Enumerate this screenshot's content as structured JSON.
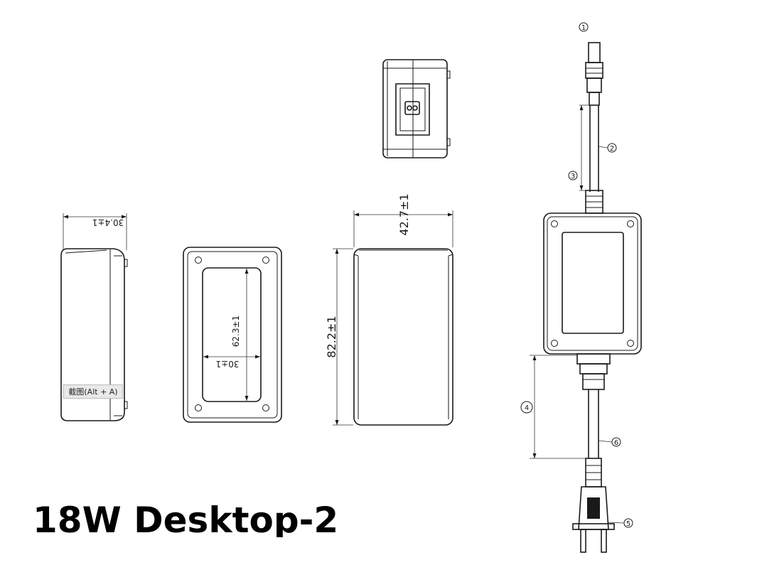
{
  "title": "18W Desktop-2",
  "screenshot_tag": "截图(Alt + A)",
  "dimensions": {
    "side_width": "30.4±1",
    "label_height": "62.3±1",
    "label_width": "30±1",
    "body_width": "42.7±1",
    "body_height": "82.2±1"
  },
  "callouts": {
    "c1": "1",
    "c2": "2",
    "c3": "3",
    "c4": "4",
    "c5": "5",
    "c6": "6"
  }
}
